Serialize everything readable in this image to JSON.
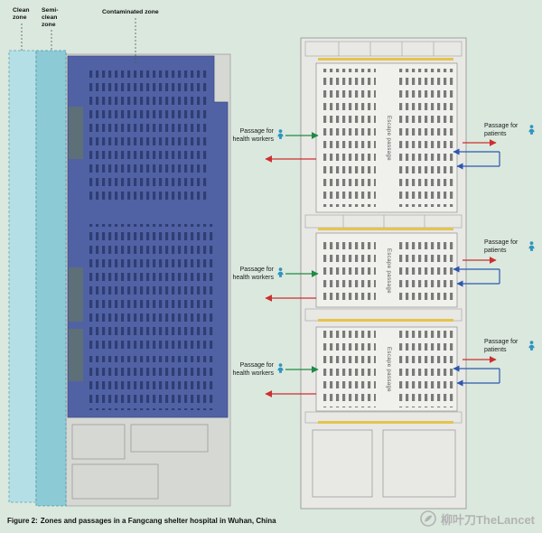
{
  "colors": {
    "background": "#dbe8de",
    "clean_zone": "#b5dfe6",
    "semi_clean_zone": "#8ccbd6",
    "contaminated_zone": "#5062a4",
    "bed_blue": "#2e3e74",
    "bed_gray": "#7a7a78",
    "green_arrow": "#1f8a44",
    "red_arrow": "#cc2f2f",
    "blue_path": "#2b57ad",
    "yellow_accent": "#e5c44c",
    "person_icon": "#2f95bf"
  },
  "zone_labels": {
    "clean": [
      "Clean",
      "zone"
    ],
    "semi_clean": [
      "Semi-",
      "clean",
      "zone"
    ],
    "contaminated": "Contaminated zone"
  },
  "passages": {
    "health_workers": [
      "Passage for",
      "health workers"
    ],
    "patients": [
      "Passage for",
      "patients"
    ],
    "escape": "Escape passage"
  },
  "caption": {
    "label": "Figure 2:",
    "text": "Zones and passages in a Fangcang shelter hospital in Wuhan, China"
  },
  "watermark": "柳叶刀TheLancet"
}
